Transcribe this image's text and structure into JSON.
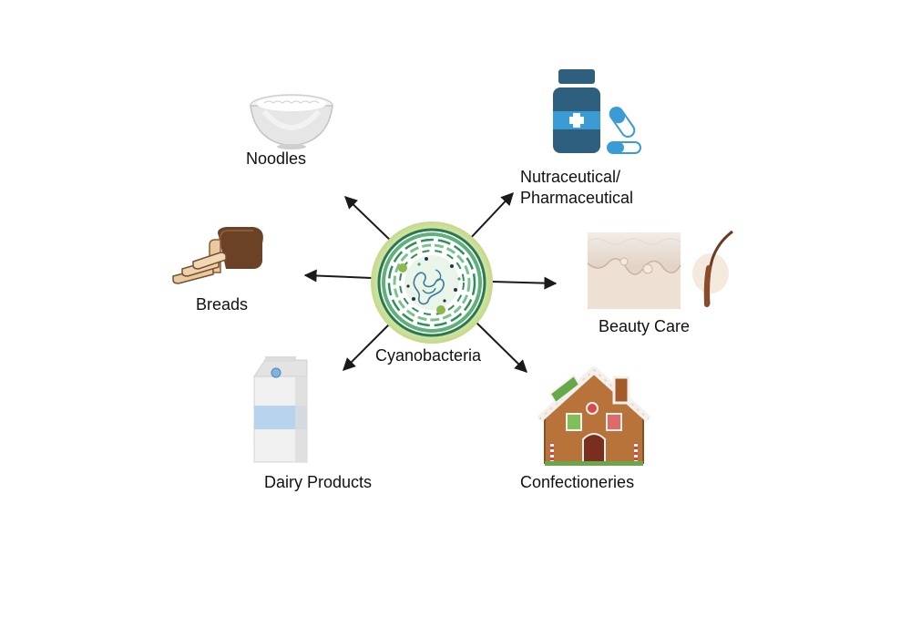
{
  "center": {
    "label": "Cyanobacteria"
  },
  "nodes": {
    "noodles": {
      "label": "Noodles",
      "icon": "rice-bowl-icon"
    },
    "breads": {
      "label": "Breads",
      "icon": "bread-loaf-icon"
    },
    "dairy": {
      "label": "Dairy Products",
      "icon": "milk-carton-icon"
    },
    "nutraceutical": {
      "label_line1": "Nutraceutical/",
      "label_line2": "Pharmaceutical",
      "icon": "medicine-bottle-icon"
    },
    "beauty": {
      "label": "Beauty Care",
      "icon": "skin-hair-icon"
    },
    "confectioneries": {
      "label": "Confectioneries",
      "icon": "gingerbread-house-icon"
    }
  },
  "colors": {
    "arrow": "#1a1a1a",
    "cell_outer": "#c9dd8f",
    "cell_wall": "#2f8f5b",
    "cell_inner": "#d9ecd7",
    "bottle": "#2f5f7e",
    "bottle_cross": "#3a9bd5",
    "milk_band": "#b7d3ee",
    "bread": "#7a4e2d",
    "gingerbread": "#b8733a"
  }
}
